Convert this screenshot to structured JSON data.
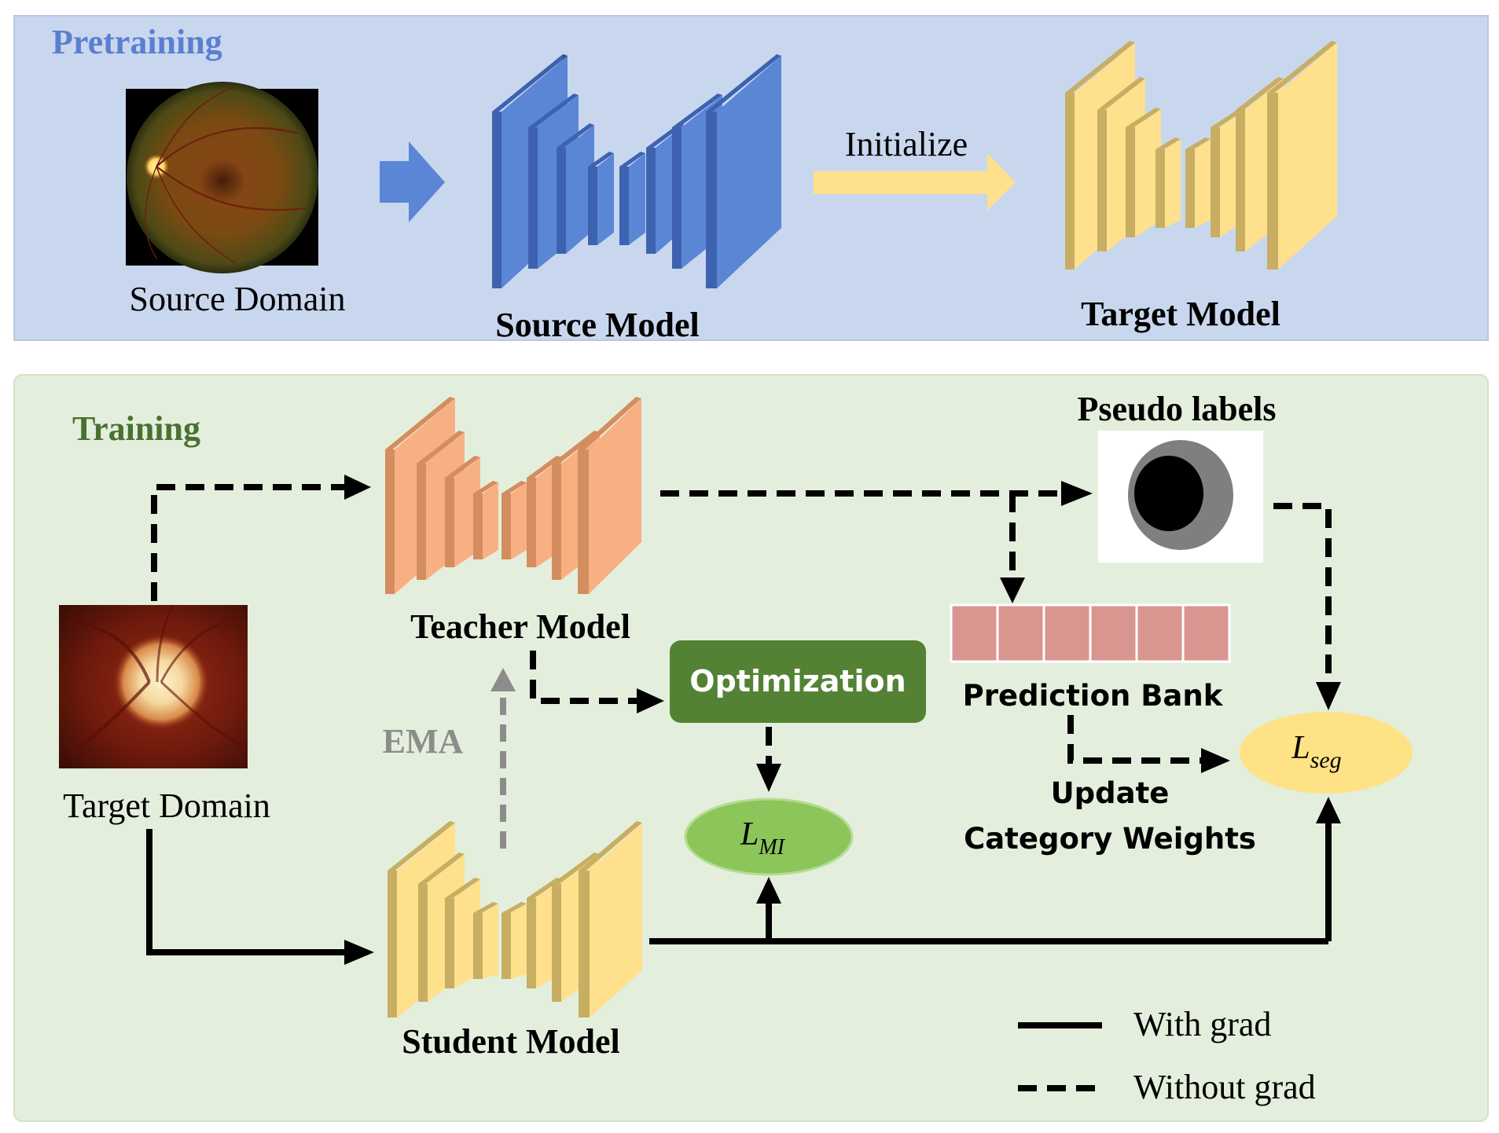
{
  "pretraining": {
    "title": "Pretraining",
    "source_domain_label": "Source Domain",
    "source_model_label": "Source Model",
    "initialize_label": "Initialize",
    "target_model_label": "Target Model"
  },
  "training": {
    "title": "Training",
    "target_domain_label": "Target Domain",
    "teacher_model_label": "Teacher Model",
    "student_model_label": "Student Model",
    "ema_label": "EMA",
    "optimization_label": "Optimization",
    "pseudo_labels_label": "Pseudo labels",
    "prediction_bank_label": "Prediction Bank",
    "update_label_line1": "Update",
    "update_label_line2": "Category Weights",
    "loss_mi": {
      "main": "L",
      "sub": "MI"
    },
    "loss_seg": {
      "main": "L",
      "sub": "seg"
    }
  },
  "legend": {
    "with_grad": "With grad",
    "without_grad": "Without grad"
  },
  "colors": {
    "pretrain_bg": "#c9d7ee",
    "train_bg": "#e3efdc",
    "pretrain_title": "#5b7fd0",
    "train_title": "#4b7132",
    "source_model": "#5b86d6",
    "target_model": "#ffe08c",
    "teacher_model": "#f8b083",
    "student_model": "#ffe08c",
    "initialize_arrow": "#ffe08c",
    "optimization_box": "#548235",
    "loss_mi_fill": "#8cc55a",
    "loss_seg_fill": "#ffe285",
    "bank_cell": "#d99691",
    "ema_arrow": "#8c8c8c"
  }
}
